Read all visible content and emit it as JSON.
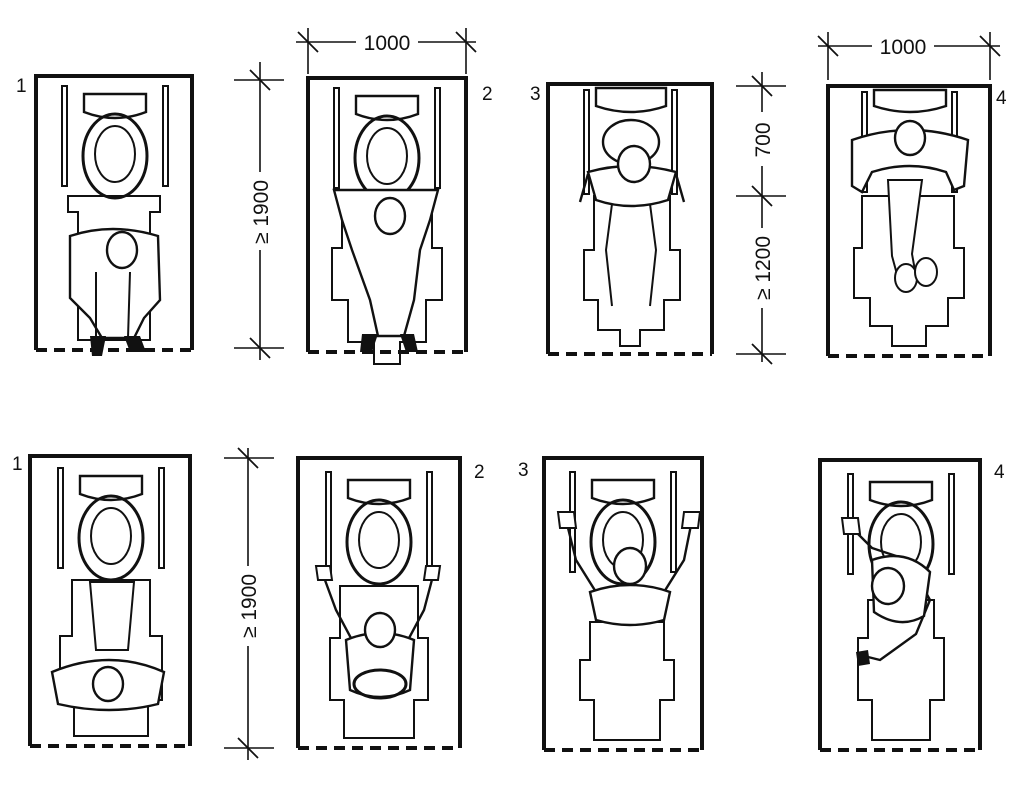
{
  "panel_numbers": [
    "1",
    "2",
    "3",
    "4",
    "1",
    "2",
    "3",
    "4"
  ],
  "dimensions": {
    "width_top_left": "1000",
    "width_top_right": "1000",
    "height_top": "≥ 1900",
    "height_top_upper": "700",
    "height_top_lower": "≥ 1200",
    "height_bottom": "≥ 1900"
  }
}
